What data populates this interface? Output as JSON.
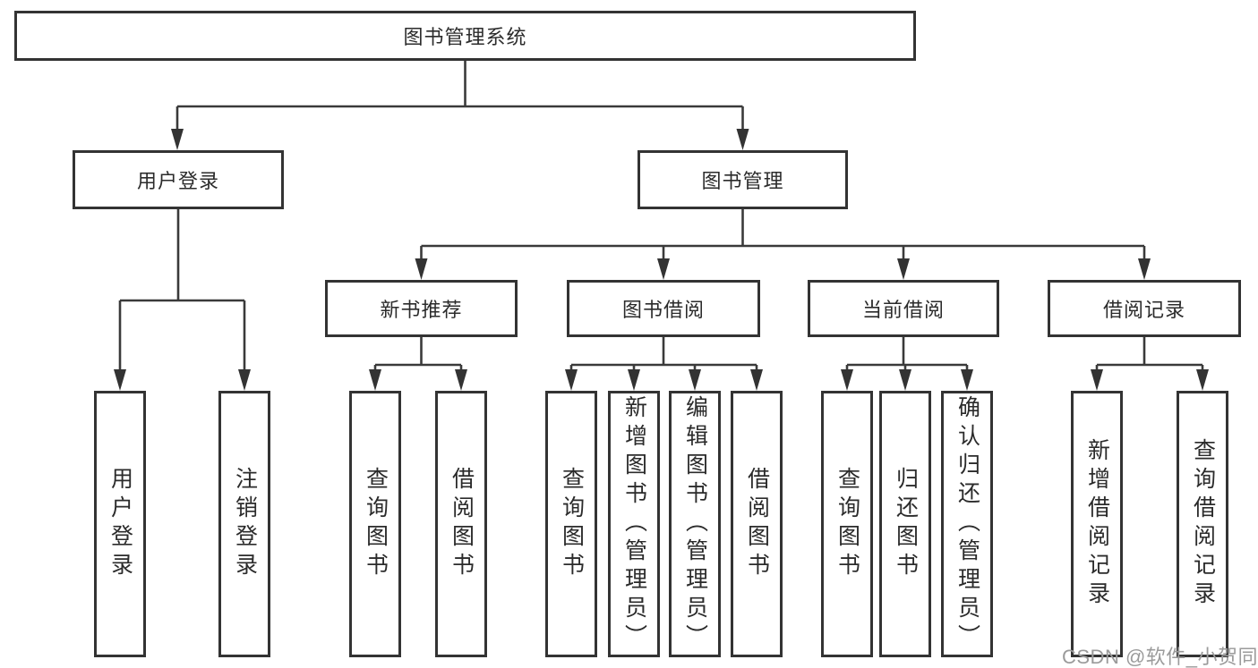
{
  "tree": {
    "label": "图书管理系统",
    "children": [
      {
        "label": "用户登录",
        "children": [
          {
            "label": "用户登录"
          },
          {
            "label": "注销登录"
          }
        ]
      },
      {
        "label": "图书管理",
        "children": [
          {
            "label": "新书推荐",
            "children": [
              {
                "label": "查询图书"
              },
              {
                "label": "借阅图书"
              }
            ]
          },
          {
            "label": "图书借阅",
            "children": [
              {
                "label": "查询图书"
              },
              {
                "label": "新增图书（管理员）"
              },
              {
                "label": "编辑图书（管理员）"
              },
              {
                "label": "借阅图书"
              }
            ]
          },
          {
            "label": "当前借阅",
            "children": [
              {
                "label": "查询图书"
              },
              {
                "label": "归还图书"
              },
              {
                "label": "确认归还（管理员）"
              }
            ]
          },
          {
            "label": "借阅记录",
            "children": [
              {
                "label": "新增借阅记录"
              },
              {
                "label": "查询借阅记录"
              }
            ]
          }
        ]
      }
    ]
  },
  "watermark": {
    "text": "CSDN @软件_小贺同学"
  },
  "colors": {
    "line": "#3a3a3a",
    "box_border": "#333333",
    "text": "#2b2b2b",
    "watermark": "#9b9b9b",
    "background": "#ffffff"
  }
}
